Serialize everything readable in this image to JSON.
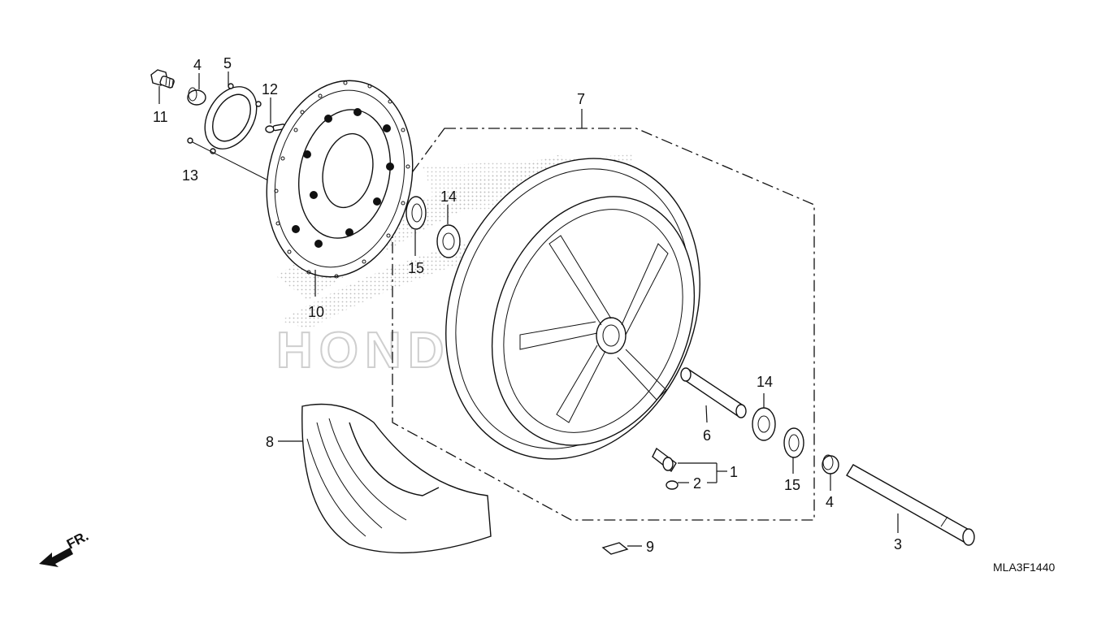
{
  "callouts": [
    {
      "id": "1",
      "text": "1"
    },
    {
      "id": "2",
      "text": "2"
    },
    {
      "id": "3",
      "text": "3"
    },
    {
      "id": "4a",
      "text": "4"
    },
    {
      "id": "4b",
      "text": "4"
    },
    {
      "id": "5",
      "text": "5"
    },
    {
      "id": "6",
      "text": "6"
    },
    {
      "id": "7",
      "text": "7"
    },
    {
      "id": "8",
      "text": "8"
    },
    {
      "id": "9",
      "text": "9"
    },
    {
      "id": "10",
      "text": "10"
    },
    {
      "id": "11",
      "text": "11"
    },
    {
      "id": "12",
      "text": "12"
    },
    {
      "id": "13",
      "text": "13"
    },
    {
      "id": "14a",
      "text": "14"
    },
    {
      "id": "14b",
      "text": "14"
    },
    {
      "id": "15a",
      "text": "15"
    },
    {
      "id": "15b",
      "text": "15"
    }
  ],
  "watermark": "HONDA",
  "front_marker": "FR.",
  "diagram_code": "MLA3F1440"
}
